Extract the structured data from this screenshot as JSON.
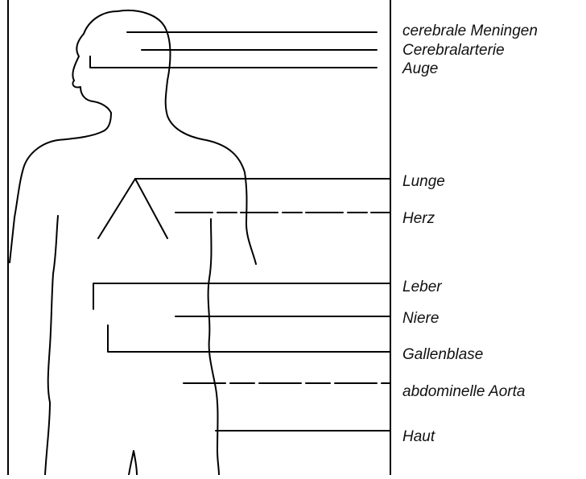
{
  "diagram": {
    "line_color": "#000000",
    "text_color": "#111111",
    "labels": {
      "meninges": "cerebrale Meningen",
      "cerebral_artery": "Cerebralarterie",
      "eye": "Auge",
      "lung": "Lunge",
      "heart": "Herz",
      "liver": "Leber",
      "kidney": "Niere",
      "gallbladder": "Gallenblase",
      "abdominal_aorta": "abdominelle Aorta",
      "skin": "Haut"
    }
  }
}
